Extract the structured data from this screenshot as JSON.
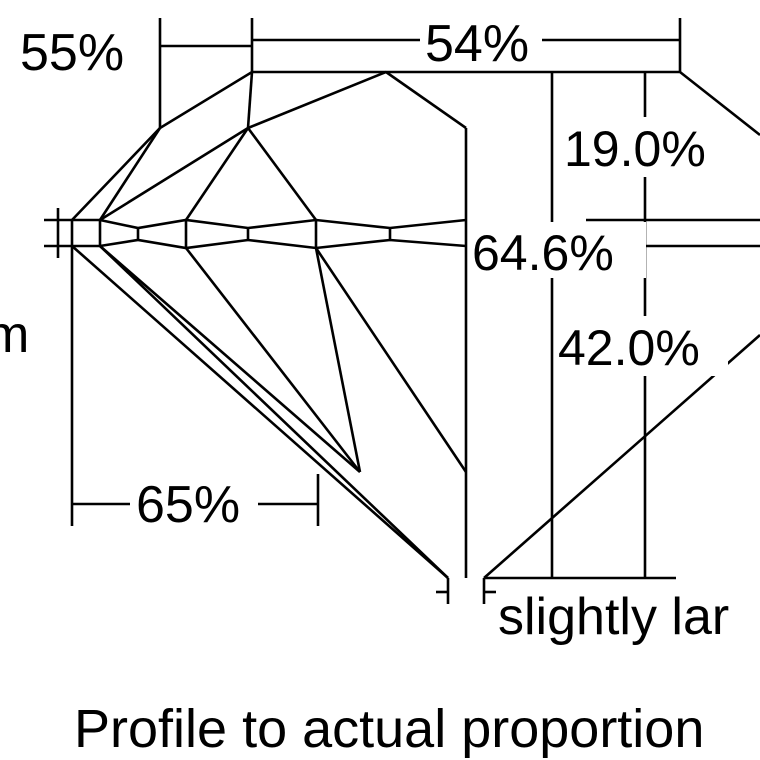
{
  "diagram": {
    "labels": {
      "crown_angle_pct": "55%",
      "table_pct": "54%",
      "crown_height_pct": "19.0%",
      "total_depth_pct": "64.6%",
      "pavilion_depth_pct": "42.0%",
      "pavilion_angle_pct": "65%",
      "left_edge_text": "m",
      "culet_note": "slightly lar",
      "caption": "Profile to actual proportion"
    }
  }
}
